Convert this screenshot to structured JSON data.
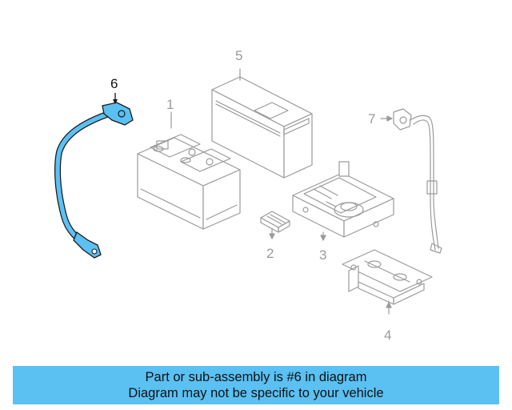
{
  "diagram": {
    "callouts": {
      "c1": "1",
      "c2": "2",
      "c3": "3",
      "c4": "4",
      "c5": "5",
      "c6": "6",
      "c7": "7"
    },
    "highlight_color": "#5bc0f2",
    "line_color": "#9a9a9a",
    "highlighted_part": "6"
  },
  "banner": {
    "line1": "Part or sub-assembly is #6 in diagram",
    "line2": "Diagram may not be specific to your vehicle",
    "background": "#5bc0f2"
  }
}
